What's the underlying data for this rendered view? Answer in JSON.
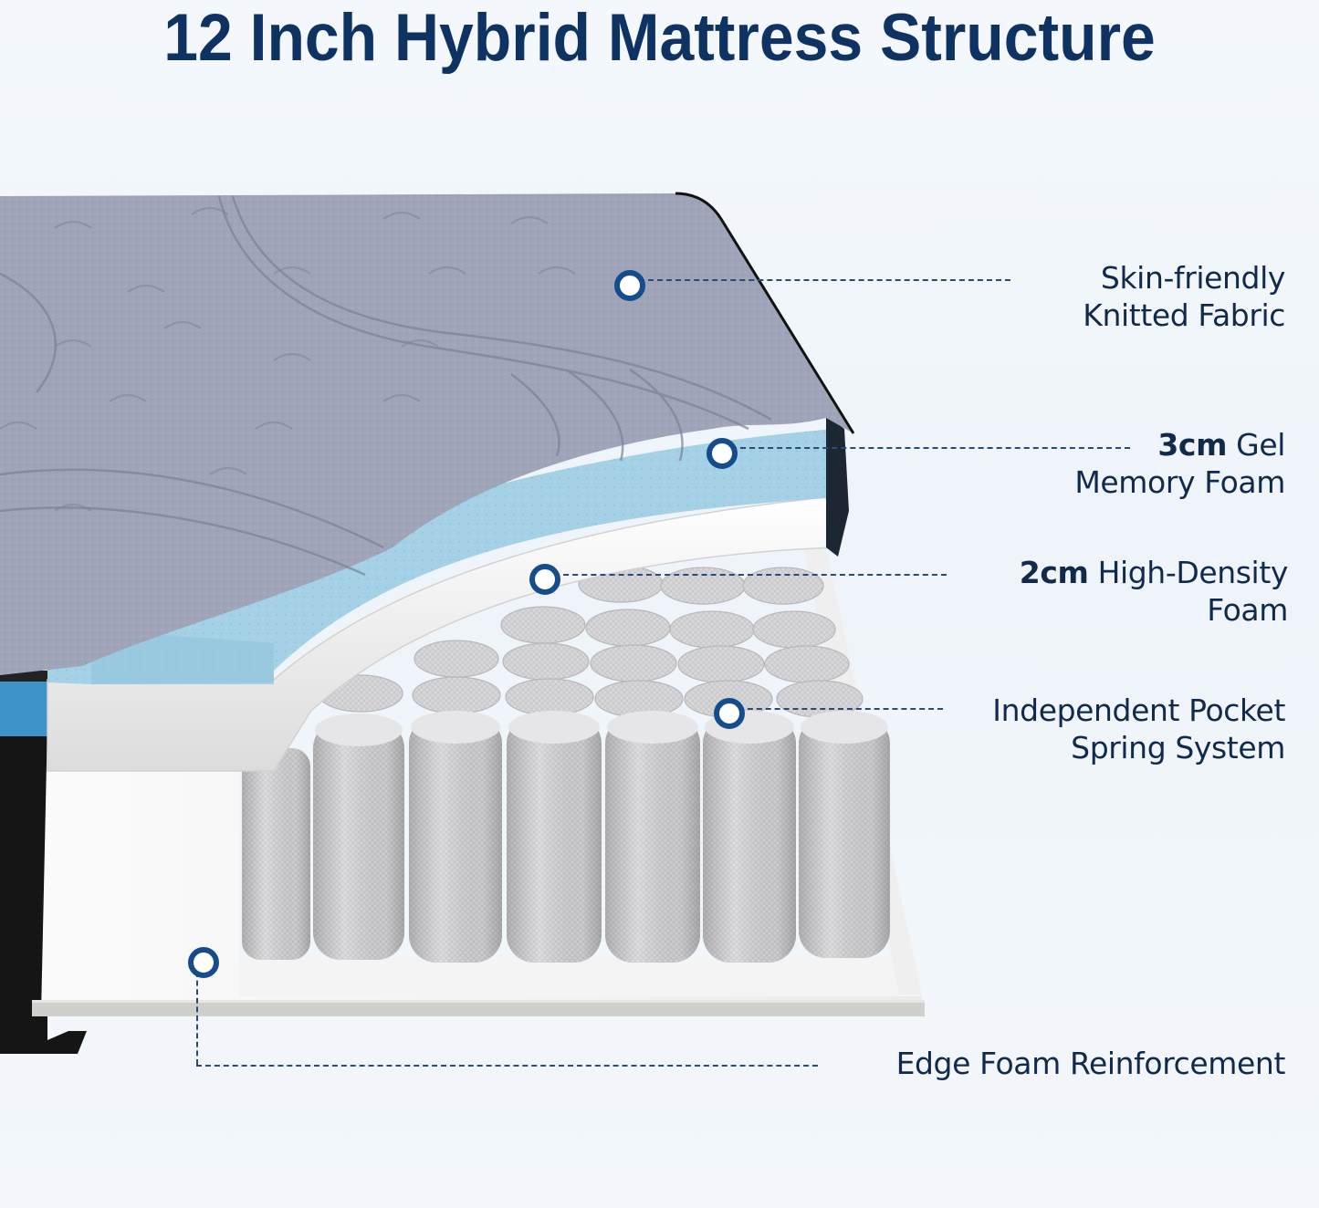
{
  "title": "12 Inch Hybrid Mattress Structure",
  "colors": {
    "title": "#0e3262",
    "label_text": "#112a4b",
    "marker": "#154d8c",
    "leader": "#2a4a78",
    "fabric": "#9ea3b6",
    "gel_foam": "#a6d3e6",
    "hd_foam": "#f2f2f2",
    "springs": "#d7d7d9",
    "base": "#141414",
    "background": "#f1f6fb"
  },
  "layers": [
    {
      "id": "fabric",
      "line1": "Skin-friendly",
      "line2": "Knitted Fabric",
      "bold": ""
    },
    {
      "id": "gel-memory-foam",
      "bold": "3cm",
      "line1": " Gel",
      "line2": "Memory Foam"
    },
    {
      "id": "high-density-foam",
      "bold": "2cm",
      "line1": " High-Density",
      "line2": "Foam"
    },
    {
      "id": "pocket-springs",
      "line1": "Independent Pocket",
      "line2": "Spring System",
      "bold": ""
    },
    {
      "id": "edge-foam",
      "line1": "Edge Foam Reinforcement",
      "line2": "",
      "bold": ""
    }
  ],
  "icons": {
    "marker": "hotspot-ring-icon"
  }
}
